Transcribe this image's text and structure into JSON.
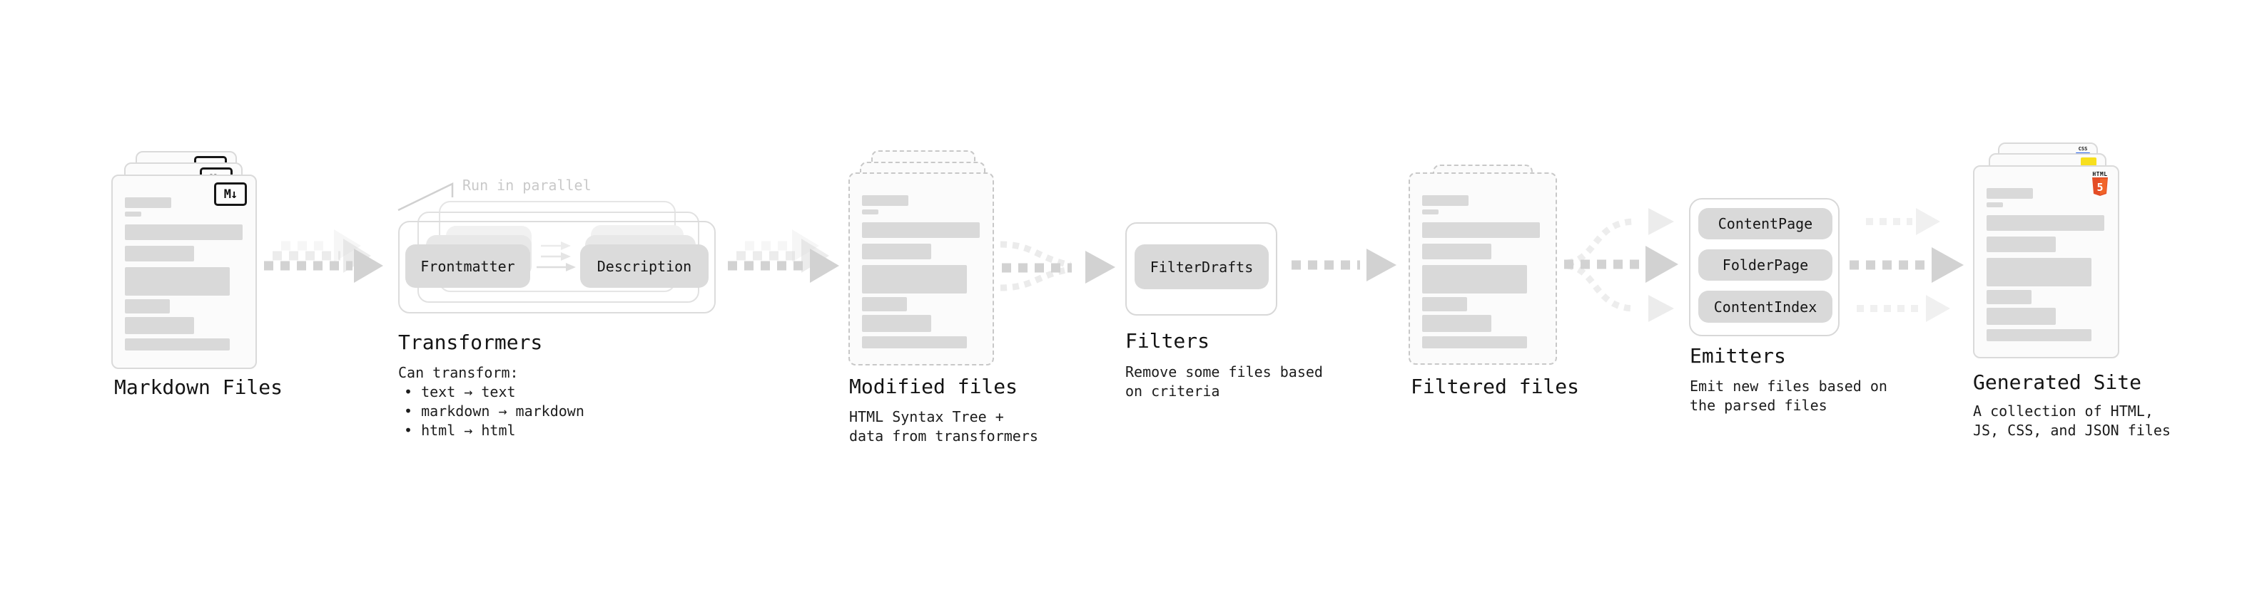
{
  "annotation": {
    "run_in_parallel": "Run in parallel"
  },
  "stages": {
    "markdown": {
      "label": "Markdown Files"
    },
    "transformers": {
      "label": "Transformers",
      "desc_intro": "Can transform:",
      "bullets": [
        "• text → text",
        "• markdown → markdown",
        "• html → html"
      ],
      "pill_left": "Frontmatter",
      "pill_right": "Description"
    },
    "modified": {
      "label": "Modified files",
      "desc_line1": "HTML Syntax Tree +",
      "desc_line2": "data from transformers"
    },
    "filters": {
      "label": "Filters",
      "desc_line1": "Remove some files based",
      "desc_line2": "on criteria",
      "pill": "FilterDrafts"
    },
    "filtered": {
      "label": "Filtered files"
    },
    "emitters": {
      "label": "Emitters",
      "desc_line1": "Emit new files based on",
      "desc_line2": "the parsed files",
      "pills": [
        "ContentPage",
        "FolderPage",
        "ContentIndex"
      ]
    },
    "generated": {
      "label": "Generated Site",
      "desc_line1": "A collection of HTML,",
      "desc_line2": "JS, CSS, and JSON files"
    }
  },
  "badges": {
    "markdown": "M↓",
    "html_label": "HTML",
    "html_number": "5",
    "css": "CSS"
  },
  "colors": {
    "html5_orange": "#e44d26",
    "html5_orange_light": "#f16529",
    "js_yellow": "#f7df1e",
    "css_blue": "#2b63e8",
    "pill_gray": "#d9d9d9",
    "arrow_gray": "#d2d2d2",
    "annotation_gray": "#c9c9c9"
  }
}
